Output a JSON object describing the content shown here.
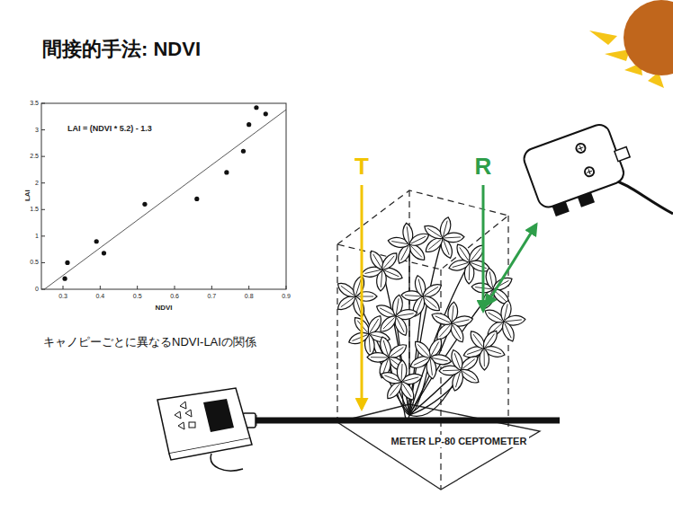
{
  "diagram": {
    "title": "間接的手法: NDVI",
    "caption": "キャノピーごとに異なるNDVI-LAIの関係",
    "labels": [
      "LAI = (NDVI * 5.2) - 1.3",
      "LAI",
      "NDVI",
      "0",
      "0.5",
      "1",
      "1.5",
      "2",
      "2.5",
      "3",
      "3.5",
      "0.3",
      "0.4",
      "0.5",
      "0.6",
      "0.7",
      "0.8",
      "0.9",
      "T",
      "R",
      "METER LP-80 CEPTOMETER"
    ]
  }
}
